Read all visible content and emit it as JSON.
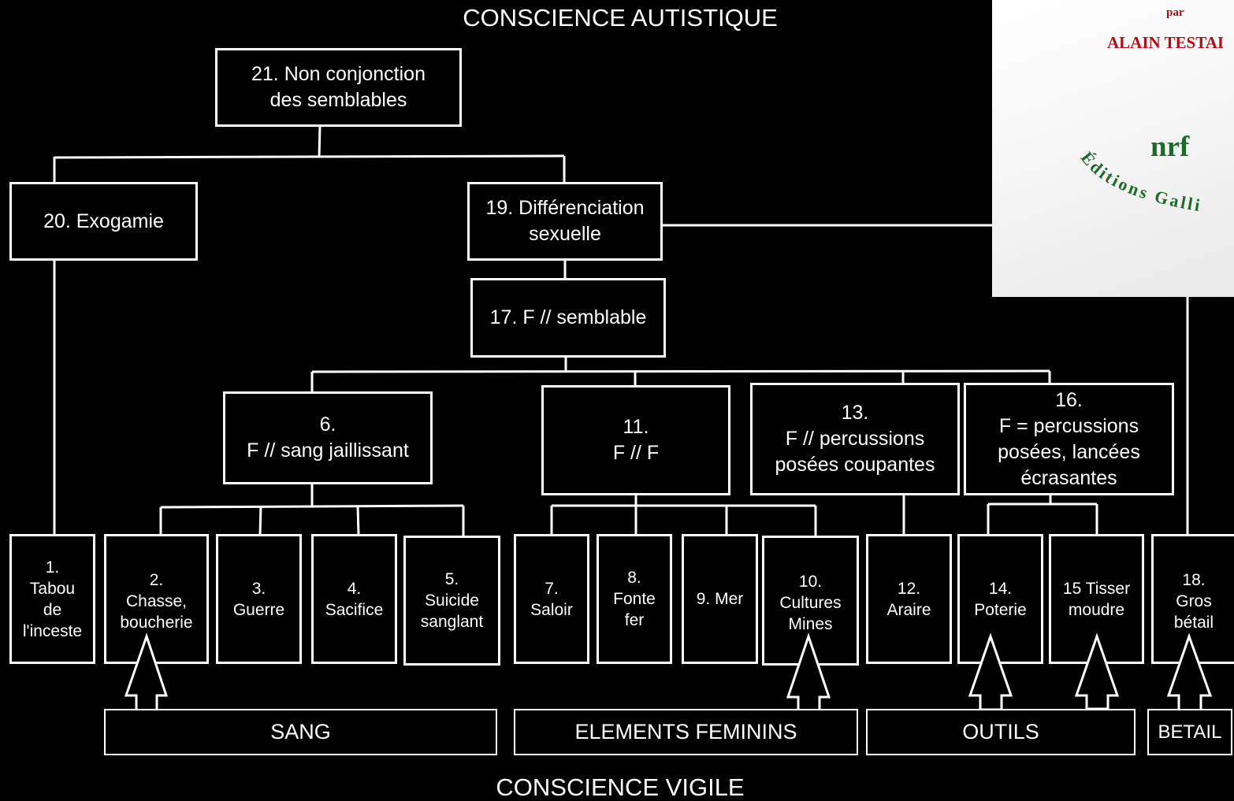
{
  "title_top": "CONSCIENCE AUTISTIQUE",
  "title_bottom": "CONSCIENCE VIGILE",
  "nodes": {
    "n21": [
      "21. Non conjonction",
      "des semblables"
    ],
    "n20": [
      "20. Exogamie"
    ],
    "n19": [
      "19. Différenciation",
      "sexuelle"
    ],
    "n17": [
      "17. F // semblable"
    ],
    "n6": [
      "6.",
      "F // sang jaillissant"
    ],
    "n11": [
      "11.",
      "F // F"
    ],
    "n13": [
      "13.",
      "F // percussions",
      "posées coupantes"
    ],
    "n16": [
      "16.",
      "F = percussions",
      "posées, lancées",
      "écrasantes"
    ],
    "n1": [
      "1.",
      "Tabou",
      "de",
      "l'inceste"
    ],
    "n2": [
      "2.",
      "Chasse,",
      "boucherie"
    ],
    "n3": [
      "3.",
      "Guerre"
    ],
    "n4": [
      "4.",
      "Sacifice"
    ],
    "n5": [
      "5.",
      "Suicide",
      "sanglant"
    ],
    "n7": [
      "7.",
      "Saloir"
    ],
    "n8": [
      "8.",
      "Fonte",
      "fer"
    ],
    "n9": [
      "9. Mer"
    ],
    "n10": [
      "10.",
      "Cultures",
      "Mines"
    ],
    "n12": [
      "12.",
      "Araire"
    ],
    "n14": [
      "14.",
      "Poterie"
    ],
    "n15": [
      "15 Tisser",
      "moudre"
    ],
    "n18": [
      "18.",
      "Gros",
      "bétail"
    ]
  },
  "categories": {
    "sang": "SANG",
    "feminins": "ELEMENTS FEMININS",
    "outils": "OUTILS",
    "betail": "BETAIL"
  },
  "book_cover": {
    "par": "par",
    "author": "ALAIN TESTAI",
    "imprint": "nrf",
    "publisher": "Éditions Galli"
  },
  "colors": {
    "background": "#000000",
    "foreground": "#ffffff",
    "cover_red": "#b10f16",
    "cover_green": "#1d6b2a"
  }
}
